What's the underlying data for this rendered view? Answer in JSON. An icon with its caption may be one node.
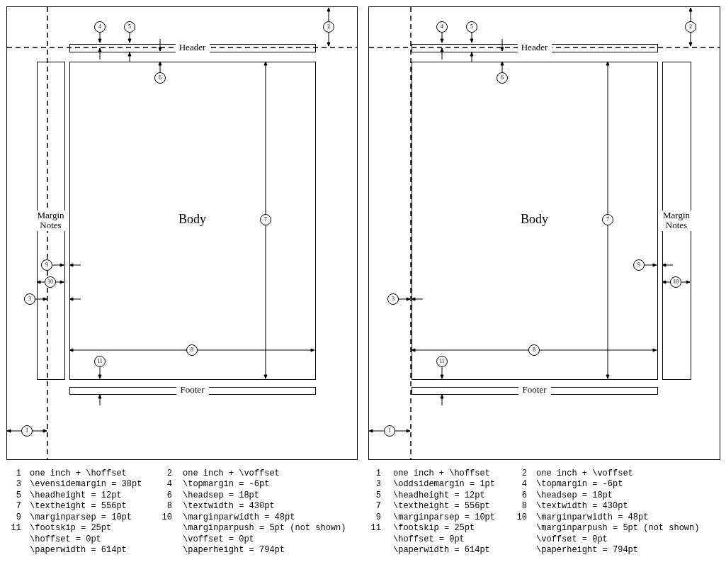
{
  "diagram": {
    "nodes": [
      {
        "text": [],
        "shape": "box"
      },
      {
        "text": [
          "Header"
        ],
        "in": 0
      },
      {
        "text": [
          "Margin Notes"
        ],
        "in": 0
      },
      {
        "text": [
          "Body"
        ],
        "in": 0
      },
      {
        "text": [
          "Footer"
        ],
        "in": 0
      },
      {
        "text": [],
        "shape": "box"
      },
      {
        "text": [
          "Header"
        ],
        "in": 5
      },
      {
        "text": [
          "Body"
        ],
        "in": 5
      },
      {
        "text": [
          "Margin Notes"
        ],
        "in": 5
      },
      {
        "text": [
          "Footer"
        ],
        "in": 5
      }
    ],
    "labels": [
      "4",
      "5",
      "2",
      "6",
      "7",
      "9",
      "10",
      "3",
      "8",
      "11",
      "1",
      "1",
      "one inch + \\hoffset",
      "2",
      "one inch + \\voffset",
      "3",
      "\\evensidemargin = 38pt",
      "4",
      "\\topmargin = -6pt",
      "5",
      "\\headheight = 12pt",
      "6",
      "\\headsep = 18pt",
      "7",
      "\\textheight = 556pt",
      "8",
      "\\textwidth = 430pt",
      "9",
      "\\marginparsep = 10pt",
      "10",
      "\\marginparwidth = 48pt",
      "11",
      "\\footskip = 25pt",
      "\\marginparpush = 5pt (not shown)",
      "\\hoffset = 0pt",
      "\\voffset = 0pt",
      "\\paperwidth = 614pt",
      "\\paperheight = 794pt",
      "4",
      "5",
      "2",
      "6",
      "7",
      "9",
      "10",
      "3",
      "8",
      "11",
      "1",
      "1",
      "one inch + \\hoffset",
      "2",
      "one inch + \\voffset",
      "3",
      "\\oddsidemargin = 1pt",
      "4",
      "\\topmargin = -6pt",
      "5",
      "\\headheight = 12pt",
      "6",
      "\\headsep = 18pt",
      "7",
      "\\textheight = 556pt",
      "8",
      "\\textwidth = 430pt",
      "9",
      "\\marginparsep = 10pt",
      "10",
      "\\marginparwidth = 48pt",
      "11",
      "\\footskip = 25pt",
      "\\marginparpush = 5pt (not shown)",
      "\\hoffset = 0pt",
      "\\voffset = 0pt",
      "\\paperwidth = 614pt",
      "\\paperheight = 794pt"
    ]
  }
}
